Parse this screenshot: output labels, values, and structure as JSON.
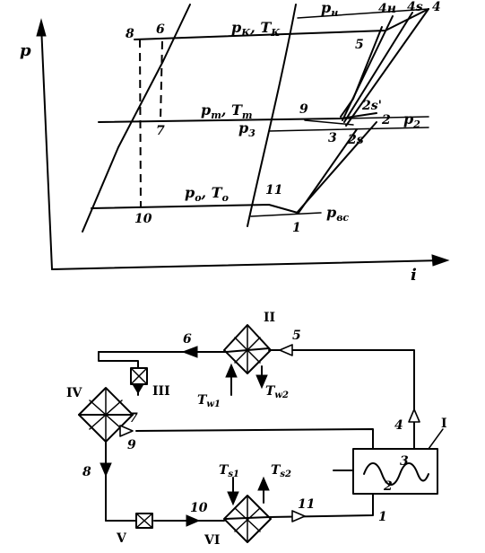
{
  "ph_diagram": {
    "axis_y": "p",
    "axis_x": "i",
    "pressures": {
      "condenser": "p",
      "condenser_sub": "К",
      "condenser_T": "T",
      "condenser_T_sub": "К",
      "high": "p",
      "high_sub": "н",
      "intermediate": "p",
      "intermediate_sub": "m",
      "intermediate_T": "T",
      "intermediate_T_sub": "m",
      "p3": "p",
      "p3_sub": "3",
      "p2": "p",
      "p2_sub": "2",
      "evaporator": "p",
      "evaporator_sub": "o",
      "evaporator_T": "T",
      "evaporator_T_sub": "o",
      "suction": "p",
      "suction_sub": "вс"
    },
    "points": [
      "8",
      "6",
      "4",
      "4н",
      "4s",
      "5",
      "9",
      "2s'",
      "2",
      "3",
      "2s",
      "7",
      "10",
      "11",
      "1"
    ]
  },
  "schematic": {
    "units": [
      "I",
      "II",
      "III",
      "IV",
      "V",
      "VI"
    ],
    "streams": [
      "1",
      "2",
      "3",
      "4",
      "5",
      "6",
      "7",
      "8",
      "9",
      "10",
      "11"
    ],
    "water_in": "T",
    "water_in_sub": "w1",
    "water_out": "T",
    "water_out_sub": "w2",
    "source_in": "T",
    "source_in_sub": "s1",
    "source_out": "T",
    "source_out_sub": "s2"
  }
}
